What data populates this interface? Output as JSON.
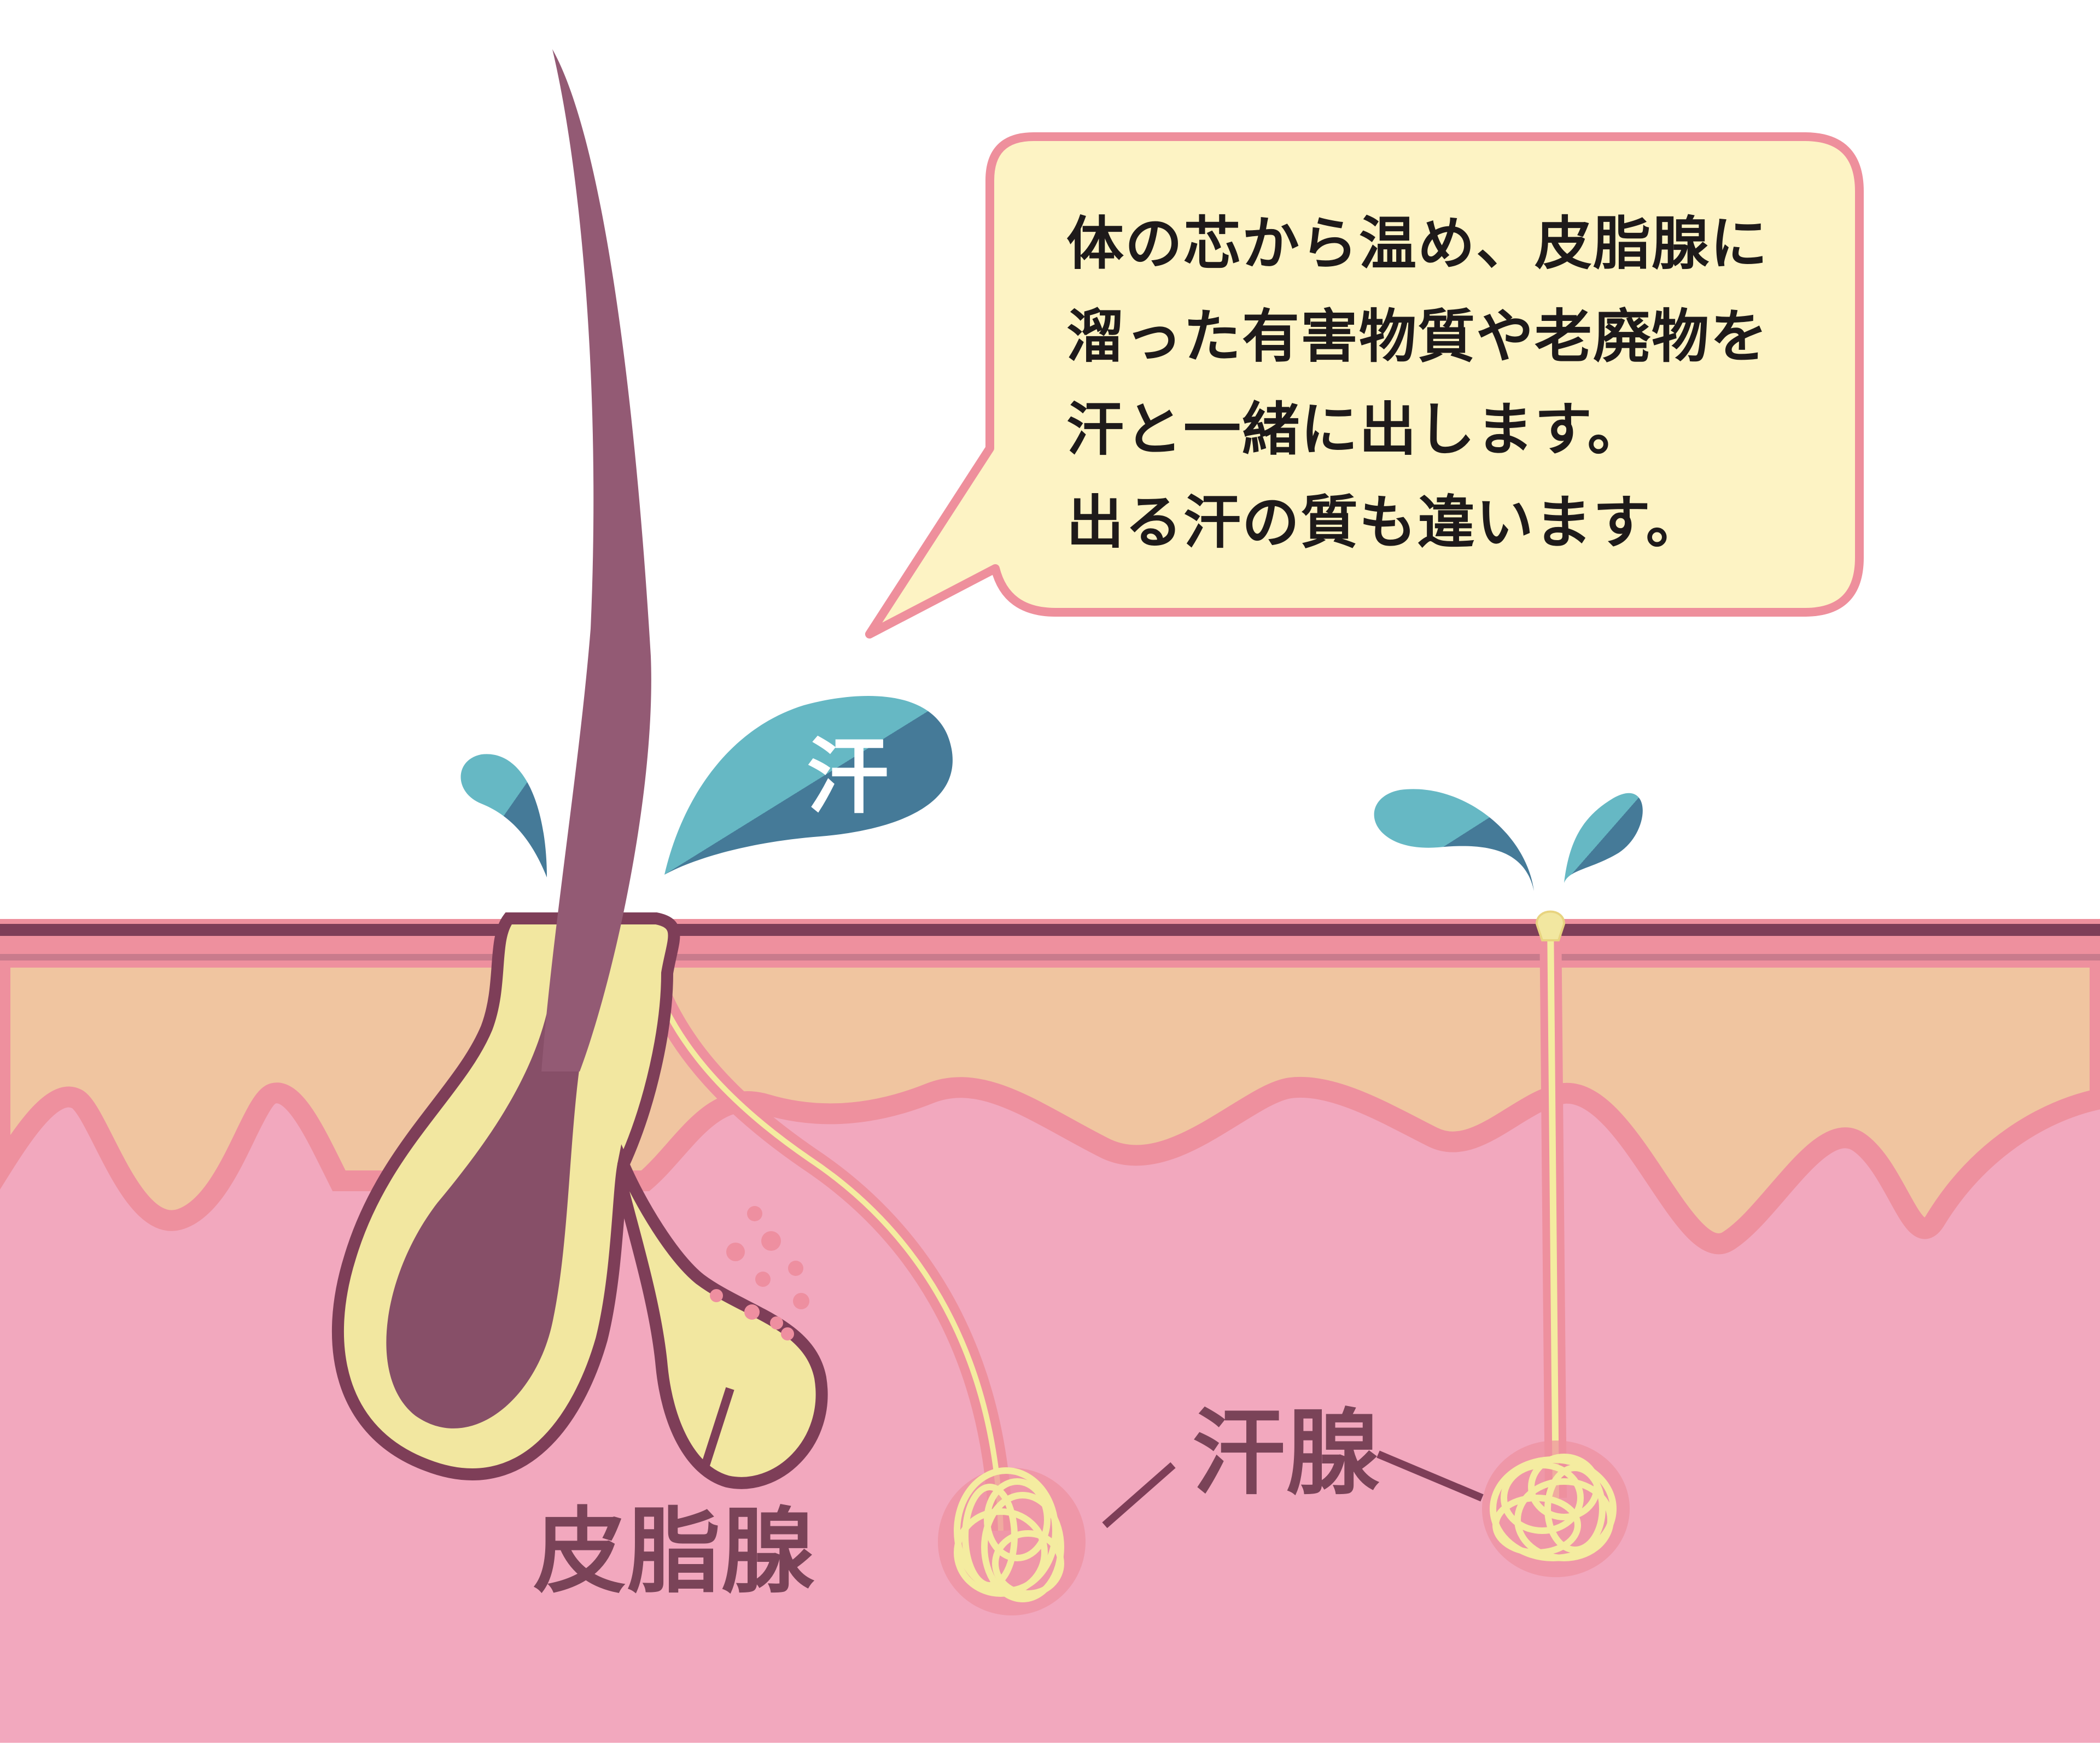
{
  "callout": {
    "lines": [
      "体の芯から温め、皮脂腺に",
      "溜った有害物質や老廃物を",
      "汗と一緒に出します。",
      "出る汗の質も違います。"
    ],
    "fill_color": "#fdf3c4",
    "border_color": "#ee8f9c"
  },
  "labels": {
    "sweat_drop": "汗",
    "sebaceous_gland": "皮脂腺",
    "sweat_gland": "汗腺"
  },
  "colors": {
    "background": "#ffffff",
    "epidermis_top": "#ee909e",
    "skin_outline": "#7e3e58",
    "dermis_upper": "#f0c5a0",
    "dermis_lower": "#f2a8be",
    "wavy_border": "#ee909e",
    "hair": "#8a4f68",
    "follicle": "#f2e7a0",
    "sweat_light": "#66b8c4",
    "sweat_dark": "#457a98",
    "label_text": "#7a4358"
  }
}
